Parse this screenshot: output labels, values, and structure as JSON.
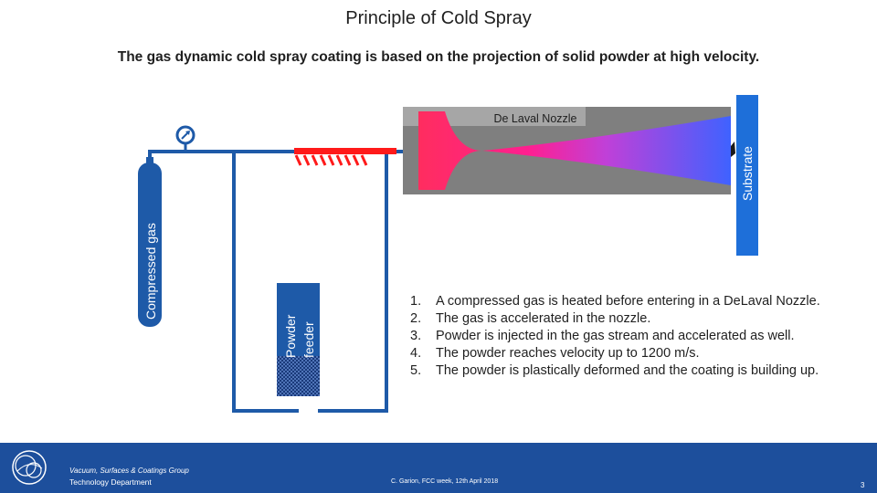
{
  "slide": {
    "title": "Principle of Cold Spray",
    "subtitle": "The gas dynamic cold spray coating is based on the projection of solid powder at high velocity."
  },
  "diagram": {
    "nozzle_label": "De Laval Nozzle",
    "substrate_label": "Substrate",
    "gas_label": "Compressed gas",
    "feeder_label_line1": "Powder",
    "feeder_label_line2": "feeder",
    "colors": {
      "pipe": "#1e5aa8",
      "substrate": "#1e6fd9",
      "nozzle_body": "#7f7f7f",
      "heater": "#ff1a1a",
      "gas_stream": "#ff3370",
      "powder_pattern": "#1a3a7a"
    }
  },
  "steps": [
    {
      "num": "1.",
      "text": "A compressed gas is heated before entering in a DeLaval Nozzle."
    },
    {
      "num": "2.",
      "text": "The gas is accelerated in the nozzle."
    },
    {
      "num": "3.",
      "text": "Powder is injected in the gas stream and accelerated as well."
    },
    {
      "num": "4.",
      "text": "The powder reaches velocity up to 1200 m/s."
    },
    {
      "num": "5.",
      "text": "The powder is plastically deformed and the coating is building up."
    }
  ],
  "footer": {
    "group": "Vacuum, Surfaces & Coatings Group",
    "department": "Technology Department",
    "author": "C. Garion, FCC week, 12th April 2018",
    "page": "3",
    "background": "#1d4f9c"
  }
}
